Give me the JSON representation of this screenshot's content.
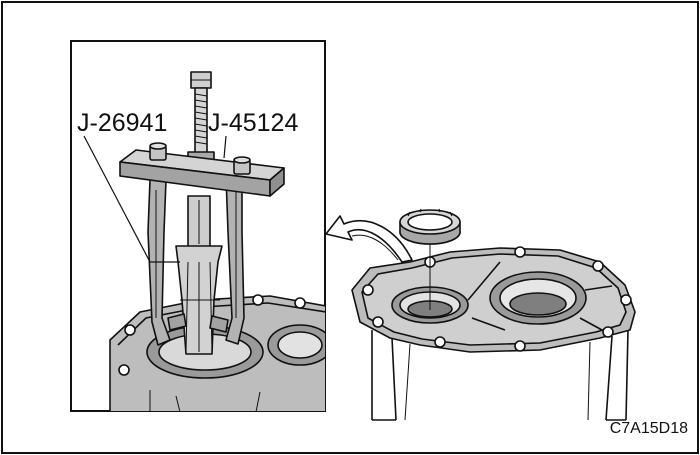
{
  "callouts": {
    "tool_left": "J-26941",
    "tool_right": "J-45124"
  },
  "figure_code": "C7A15D18",
  "colors": {
    "line": "#111111",
    "metal": "#b9b9b9",
    "metal_dark": "#8f8f8f",
    "metal_light": "#d4d4d4",
    "background": "#ffffff"
  }
}
